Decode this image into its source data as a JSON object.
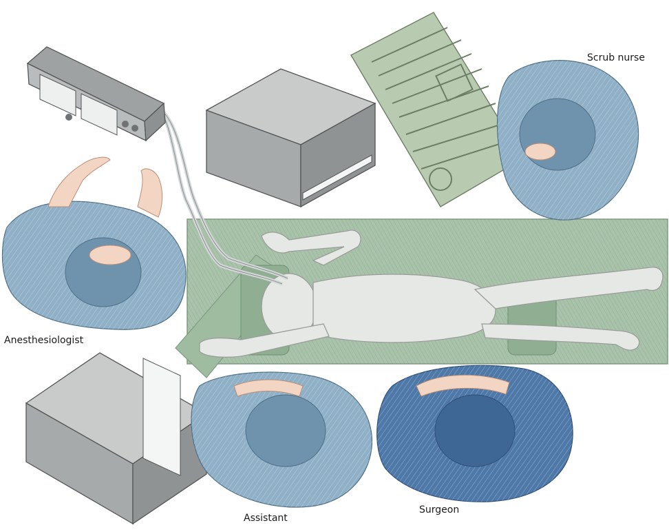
{
  "diagram": {
    "labels": {
      "scrub_nurse": "Scrub nurse",
      "anesthesiologist": "Anesthesiologist",
      "assistant": "Assistant",
      "surgeon": "Surgeon"
    },
    "colors": {
      "table": "#a9c3ab",
      "gown_light": "#8fb0c6",
      "gown_dark": "#4d78a8",
      "equipment": "#b9bcbd",
      "patient": "#e6e8e6"
    }
  }
}
